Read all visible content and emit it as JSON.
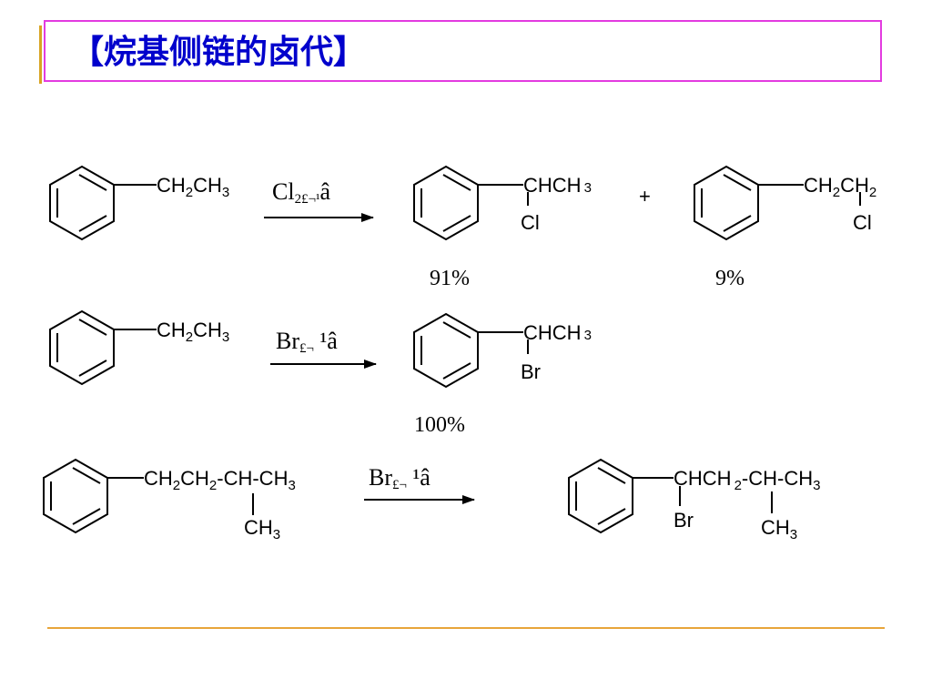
{
  "slide": {
    "title": "【烷基侧链的卤代】",
    "colors": {
      "title": "#0000cc",
      "title_border": "#e33be0",
      "accent": "#d8a422",
      "rule": "#e8a53a"
    }
  },
  "reactions": [
    {
      "reactant": {
        "chain": [
          "CH",
          "2",
          "CH",
          "3"
        ]
      },
      "reagent": {
        "main": "Cl",
        "sub": "2£¬¹",
        "tail": "â"
      },
      "product1": {
        "chain": "CHCH",
        "chain_sub": "3",
        "substituent": "Cl",
        "yield": "91%"
      },
      "plus": "+",
      "product2": {
        "chain": [
          "CH",
          "2",
          "CH",
          "2"
        ],
        "substituent": "Cl",
        "yield": "9%"
      }
    },
    {
      "reactant": {
        "chain": [
          "CH",
          "2",
          "CH",
          "3"
        ]
      },
      "reagent": {
        "main": "Br",
        "sub": "£¬",
        "tail": " ¹â"
      },
      "product1": {
        "chain": "CHCH",
        "chain_sub": "3",
        "substituent": "Br",
        "yield": "100%"
      }
    },
    {
      "reactant": {
        "chain": [
          "CH",
          "2",
          "CH",
          "2",
          "-CH-CH",
          "3"
        ],
        "branch": "CH",
        "branch_sub": "3"
      },
      "reagent": {
        "main": "Br",
        "sub": "£¬",
        "tail": " ¹â"
      },
      "product1": {
        "chain": "CHCH",
        "chain_sub": "2",
        "chain_tail": "-CH-CH",
        "chain_tail_sub": "3",
        "substituent": "Br",
        "branch": "CH",
        "branch_sub": "3"
      }
    }
  ]
}
